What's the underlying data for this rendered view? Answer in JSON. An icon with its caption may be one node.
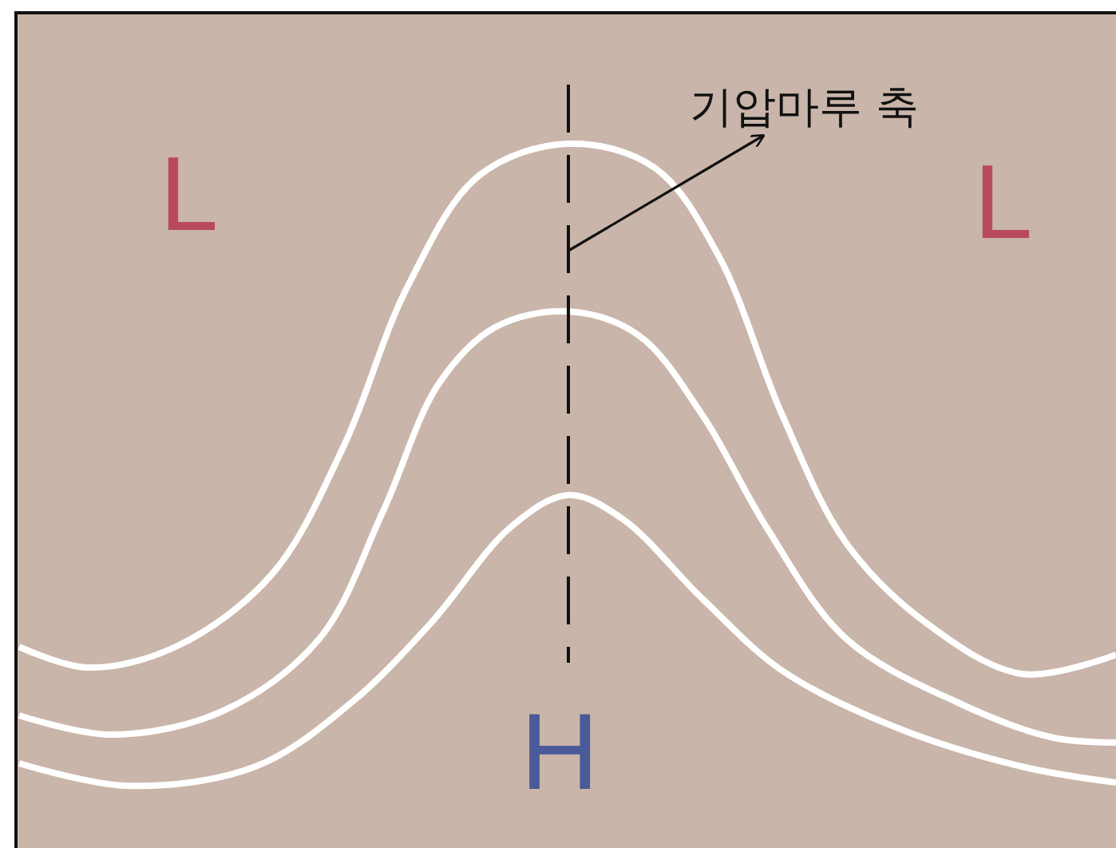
{
  "diagram": {
    "nodes": [
      {
        "text": [
          "기압마루 축"
        ]
      },
      {
        "text": [],
        "shape": "line"
      }
    ],
    "edges": [
      {
        "from": 1,
        "to": 0,
        "arrow": "to"
      }
    ],
    "labels": [
      "L",
      "L",
      "H"
    ]
  }
}
